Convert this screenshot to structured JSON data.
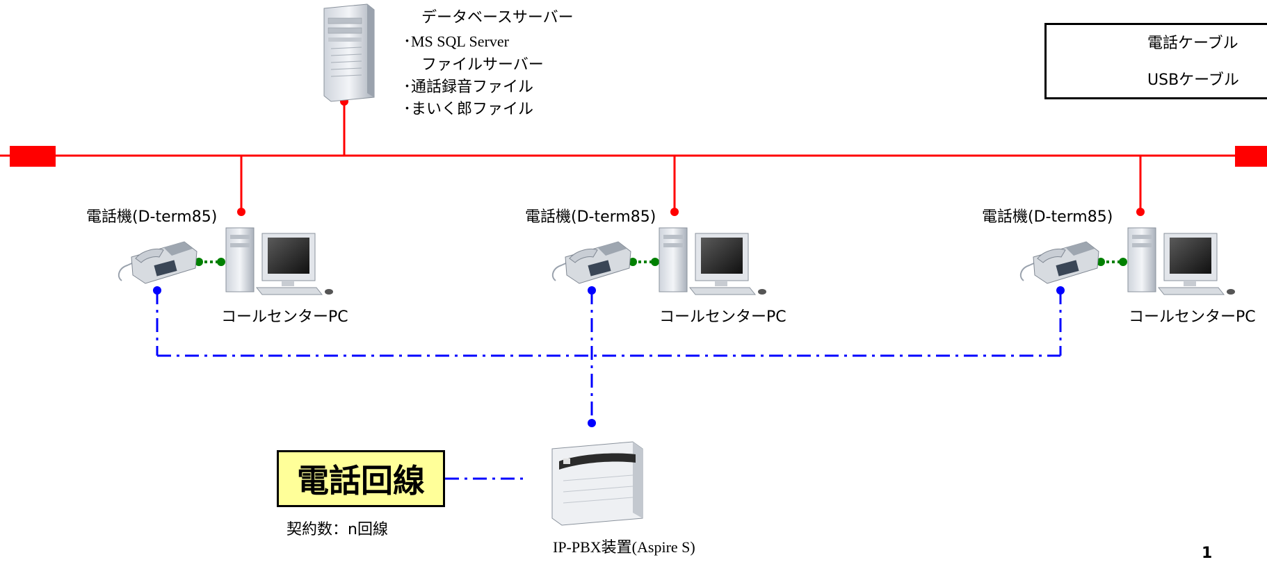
{
  "legend": {
    "phone_cable_label": "電話ケーブル",
    "usb_cable_label": "USBケーブル",
    "phone_cable_color": "#0000ff",
    "usb_cable_color": "#008000"
  },
  "network": {
    "lan_color": "#ff0000"
  },
  "server": {
    "db_title": "データベースサーバー",
    "db_item": "･MS SQL Server",
    "file_title": "ファイルサーバー",
    "file_item_1": "･通話録音ファイル",
    "file_item_2": "･まいく郎ファイル"
  },
  "stations": [
    {
      "phone_label": "電話機(D-term85)",
      "pc_label": "コールセンターPC"
    },
    {
      "phone_label": "電話機(D-term85)",
      "pc_label": "コールセンターPC"
    },
    {
      "phone_label": "電話機(D-term85)",
      "pc_label": "コールセンターPC"
    }
  ],
  "pbx": {
    "label": "IP-PBX装置(Aspire S)"
  },
  "phone_line": {
    "title": "電話回線",
    "contract": "契約数：n回線",
    "box_color": "#ffff99"
  },
  "page_number": "1"
}
